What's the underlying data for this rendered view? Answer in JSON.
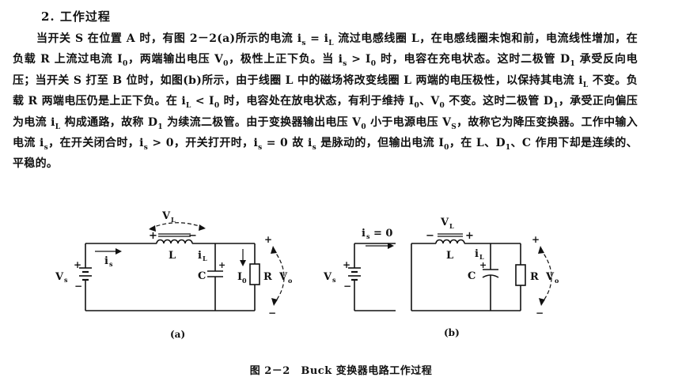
{
  "section": {
    "heading": "2. 工作过程"
  },
  "paragraph": [
    {
      "t": "当开关 S 在位置 A 时，有图 2－2(a)所示的电流 i"
    },
    {
      "s": "s"
    },
    {
      "t": " = i"
    },
    {
      "s": "L"
    },
    {
      "t": " 流过电感线圈 L，在电感线圈未饱和前，电流线性增加，在负载 R 上流过电流 I"
    },
    {
      "s": "0"
    },
    {
      "t": "，两端输出电压 V"
    },
    {
      "s": "0"
    },
    {
      "t": "，极性上正下负。当 i"
    },
    {
      "s": "s"
    },
    {
      "t": " > I"
    },
    {
      "s": "0"
    },
    {
      "t": " 时，电容在充电状态。这时二极管 D"
    },
    {
      "s": "1"
    },
    {
      "t": " 承受反向电压；当开关 S 打至 B 位时，如图(b)所示，由于线圈 L 中的磁场将改变线圈 L 两端的电压极性，以保持其电流 i"
    },
    {
      "s": "L"
    },
    {
      "t": " 不变。负载 R 两端电压仍是上正下负。在 i"
    },
    {
      "s": "L"
    },
    {
      "t": " < I"
    },
    {
      "s": "0"
    },
    {
      "t": " 时，电容处在放电状态，有利于维持 I"
    },
    {
      "s": "0"
    },
    {
      "t": "、V"
    },
    {
      "s": "0"
    },
    {
      "t": " 不变。这时二极管 D"
    },
    {
      "s": "1"
    },
    {
      "t": "，承受正向偏压为电流 i"
    },
    {
      "s": "L"
    },
    {
      "t": " 构成通路，故称 D"
    },
    {
      "s": "1"
    },
    {
      "t": " 为续流二极管。由于变换器输出电压 V"
    },
    {
      "s": "0"
    },
    {
      "t": " 小于电源电压 V"
    },
    {
      "s": "S"
    },
    {
      "t": "，故称它为降压变换器。工作中输入电流 i"
    },
    {
      "s": "s"
    },
    {
      "t": "，在开关闭合时，i"
    },
    {
      "s": "s"
    },
    {
      "t": " > 0，开关打开时，i"
    },
    {
      "s": "s"
    },
    {
      "t": " = 0 故 i"
    },
    {
      "s": "s"
    },
    {
      "t": " 是脉动的，但输出电流 I"
    },
    {
      "s": "0"
    },
    {
      "t": "，在 L、D"
    },
    {
      "s": "1"
    },
    {
      "t": "、C 作用下却是连续的、平稳的。"
    }
  ],
  "circuit_a": {
    "vl_label": "V",
    "vl_sub": "L",
    "plus": "+",
    "minus": "−",
    "inductor_label": "L",
    "is_label": "i",
    "is_sub": "s",
    "il_label": "i",
    "il_sub": "L",
    "c_label": "C",
    "vs_label": "V",
    "vs_sub": "s",
    "io_label": "I",
    "io_sub": "0",
    "r_label": "R",
    "vo_label": "V",
    "vo_sub": "o",
    "tag": "(a)"
  },
  "circuit_b": {
    "is_label": "i",
    "is_sub": "s",
    "is_value": "= 0",
    "vl_label": "V",
    "vl_sub": "L",
    "plus": "+",
    "minus": "−",
    "inductor_label": "L",
    "il_label": "i",
    "il_sub": "L",
    "c_label": "C",
    "vs_label": "V",
    "vs_sub": "s",
    "r_label": "R",
    "vo_label": "V",
    "vo_sub": "o",
    "tag": "(b)"
  },
  "caption": "图 2－2　Buck 变换器电路工作过程"
}
